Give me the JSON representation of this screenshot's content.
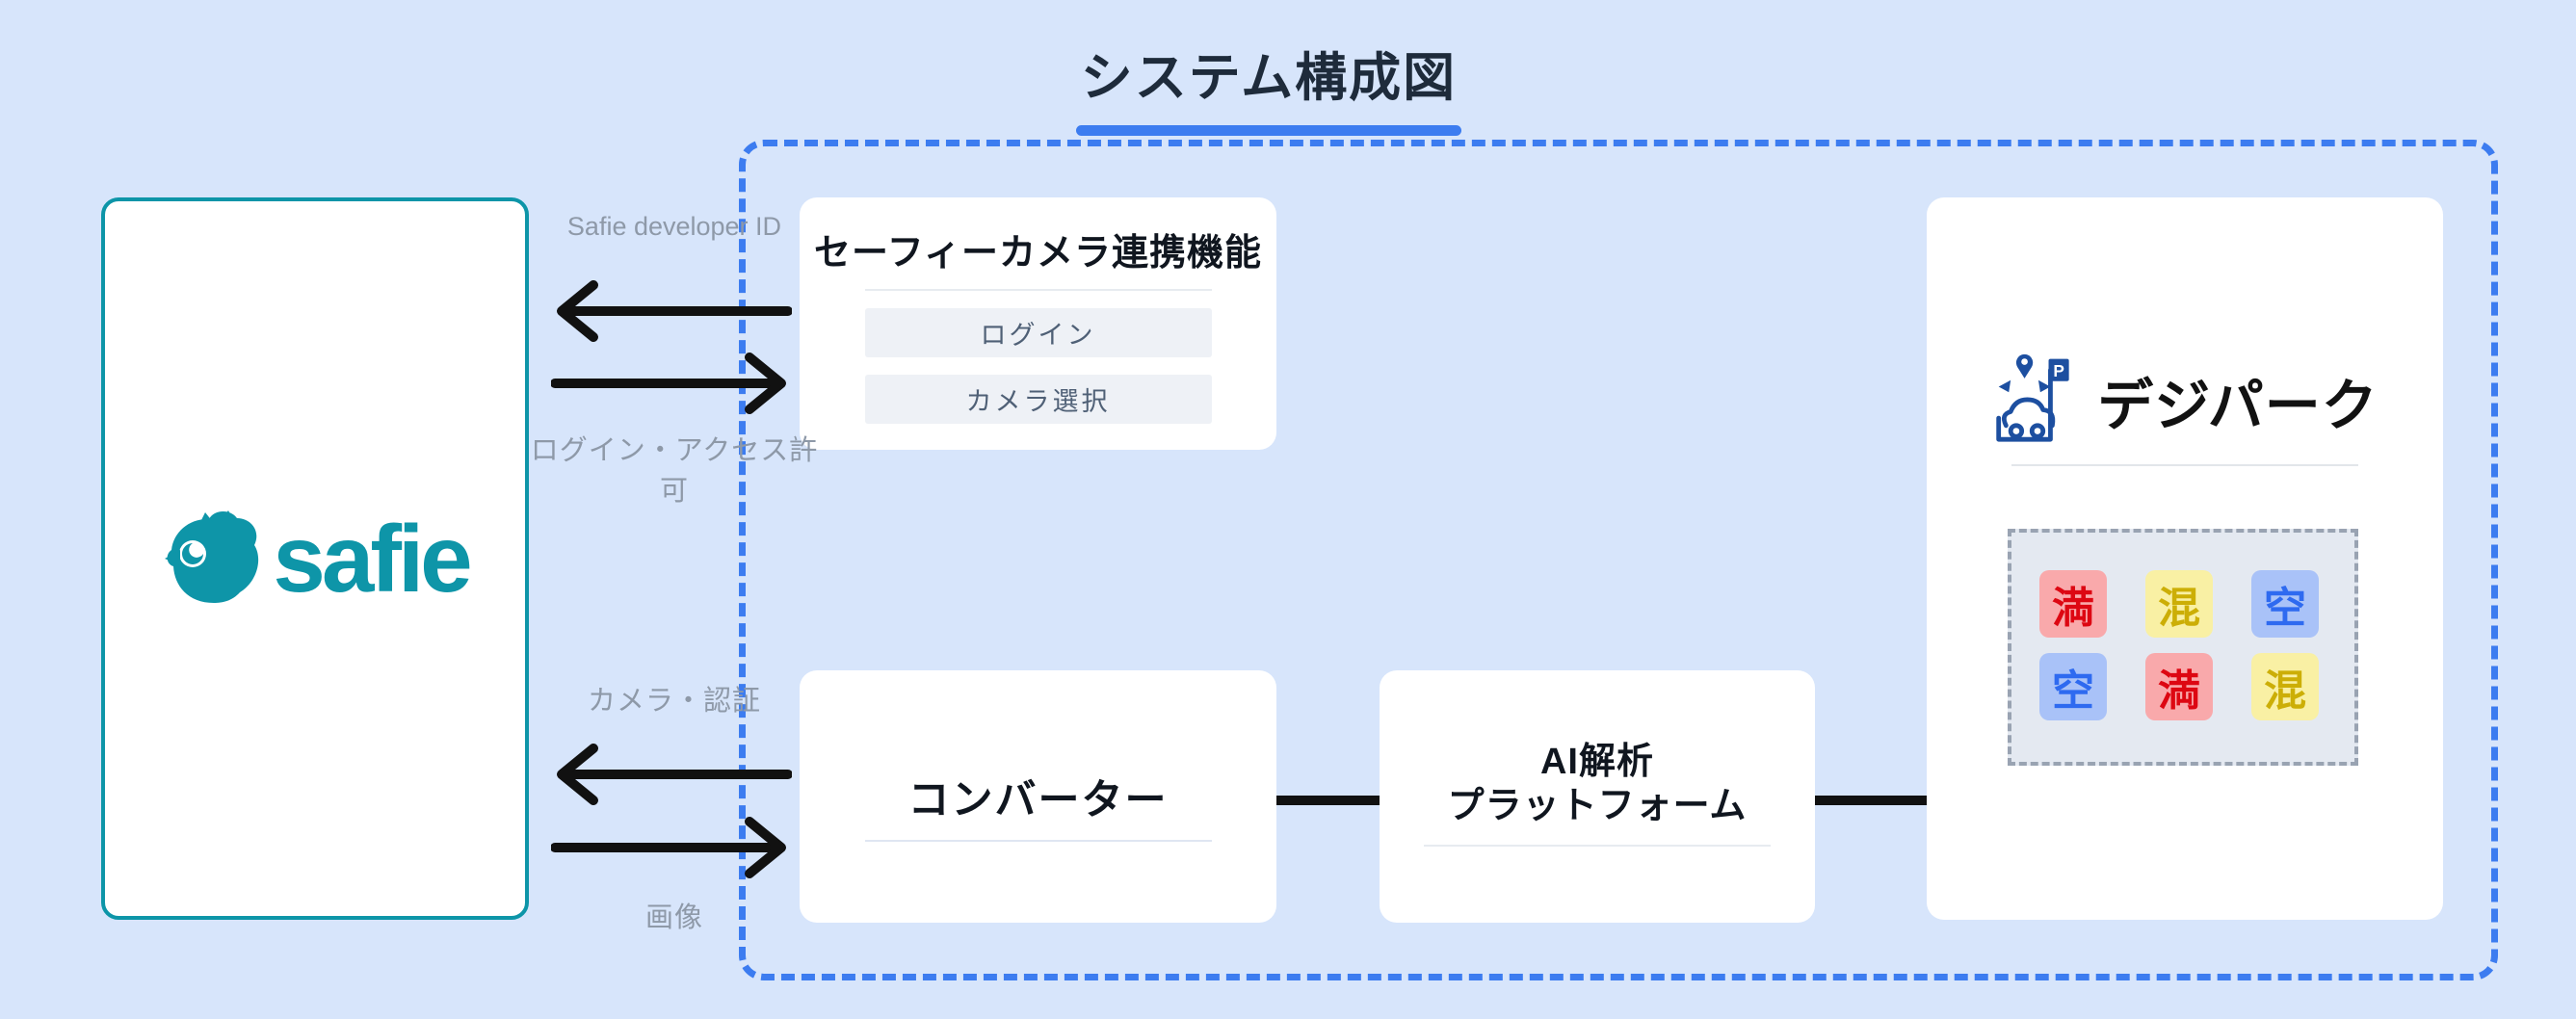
{
  "title": {
    "text": "システム構成図"
  },
  "safie": {
    "wordmark": "safie"
  },
  "camera_link": {
    "title": "セーフィーカメラ連携機能",
    "buttons": [
      {
        "label": "ログイン"
      },
      {
        "label": "カメラ選択"
      }
    ]
  },
  "converter": {
    "title": "コンバーター"
  },
  "ai_platform": {
    "title_line1": "AI解析",
    "title_line2": "プラットフォーム"
  },
  "digipark": {
    "wordmark": "デジパーク",
    "tiles": [
      {
        "label": "満",
        "status": "full"
      },
      {
        "label": "混",
        "status": "crowded"
      },
      {
        "label": "空",
        "status": "empty"
      },
      {
        "label": "空",
        "status": "empty"
      },
      {
        "label": "満",
        "status": "full"
      },
      {
        "label": "混",
        "status": "crowded"
      }
    ]
  },
  "flow_labels": {
    "developer_id": "Safie developer ID",
    "login_access": "ログイン・アクセス許可",
    "camera_auth": "カメラ・認証",
    "image": "画像"
  },
  "colors": {
    "background": "#d7e5fb",
    "accent_blue": "#3c7cf0",
    "safie_teal": "#0e95a8",
    "title_text": "#1e2b3b",
    "arrow_black": "#111111",
    "label_gray": "#8e99a8",
    "button_bg": "#eef1f6",
    "button_text": "#4f6076",
    "tile_full_bg": "#f9a9ab",
    "tile_full_text": "#dd0712",
    "tile_crowded_bg": "#f9f0a4",
    "tile_crowded_text": "#ccae06",
    "tile_empty_bg": "#a9c2f8",
    "tile_empty_text": "#2e6af0",
    "digipark_blue": "#1d4fa0"
  }
}
